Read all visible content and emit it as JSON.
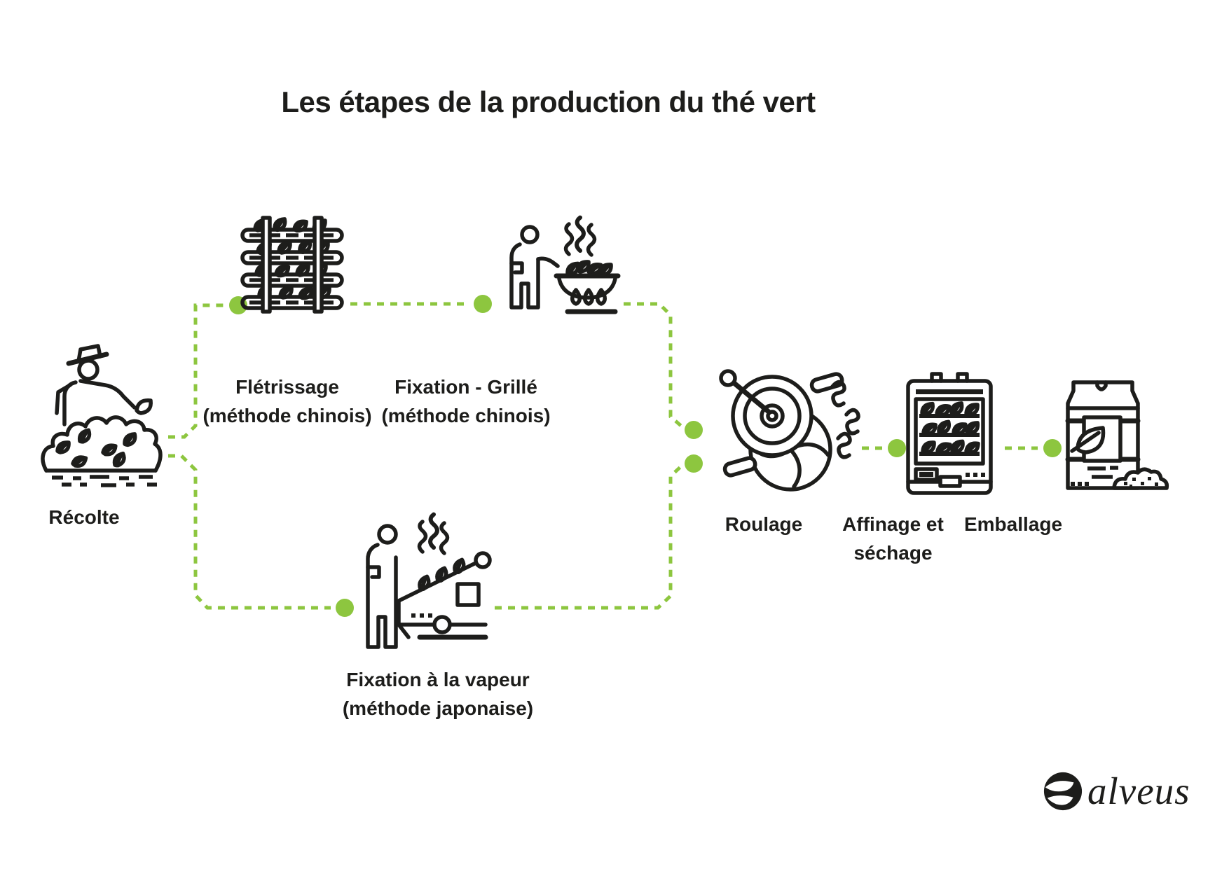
{
  "title": "Les étapes de la production du thé vert",
  "colors": {
    "accent_green": "#8dc63f",
    "ink": "#1d1d1b",
    "background": "#ffffff"
  },
  "stages": [
    {
      "name": "Récolte",
      "icon": "harvest-icon"
    },
    {
      "name": "Flétrissage",
      "method": "(méthode chinois)",
      "icon": "withering-rack-icon"
    },
    {
      "name": "Fixation - Grillé",
      "method": "(méthode chinois)",
      "icon": "pan-firing-icon"
    },
    {
      "name": "Fixation à la vapeur",
      "method": "(méthode japonaise)",
      "icon": "steaming-machine-icon"
    },
    {
      "name": "Roulage",
      "icon": "rolling-machine-icon"
    },
    {
      "name": "Affinage et",
      "name_line2": "séchage",
      "icon": "drying-oven-icon"
    },
    {
      "name": "Emballage",
      "icon": "packaging-bag-icon"
    }
  ],
  "logo": {
    "text": "alveus"
  }
}
